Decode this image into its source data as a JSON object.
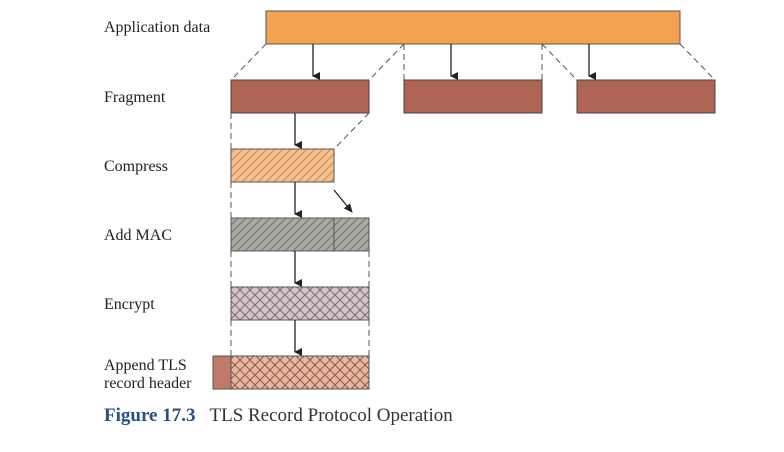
{
  "stages": {
    "application_data": "Application data",
    "fragment": "Fragment",
    "compress": "Compress",
    "add_mac": "Add MAC",
    "encrypt": "Encrypt",
    "append_header_line1": "Append TLS",
    "append_header_line2": "record header"
  },
  "caption": {
    "figure_number": "Figure 17.3",
    "title": "TLS Record Protocol Operation"
  },
  "colors": {
    "application_data": "#f3a24f",
    "fragment": "#b06453",
    "compress": "#f6c08e",
    "add_mac": "#a8ab9f",
    "encrypt": "#d4c4cc",
    "tls_record": "#e9b7a0",
    "header": "#c07a68",
    "caption_accent": "#2a4f86"
  }
}
